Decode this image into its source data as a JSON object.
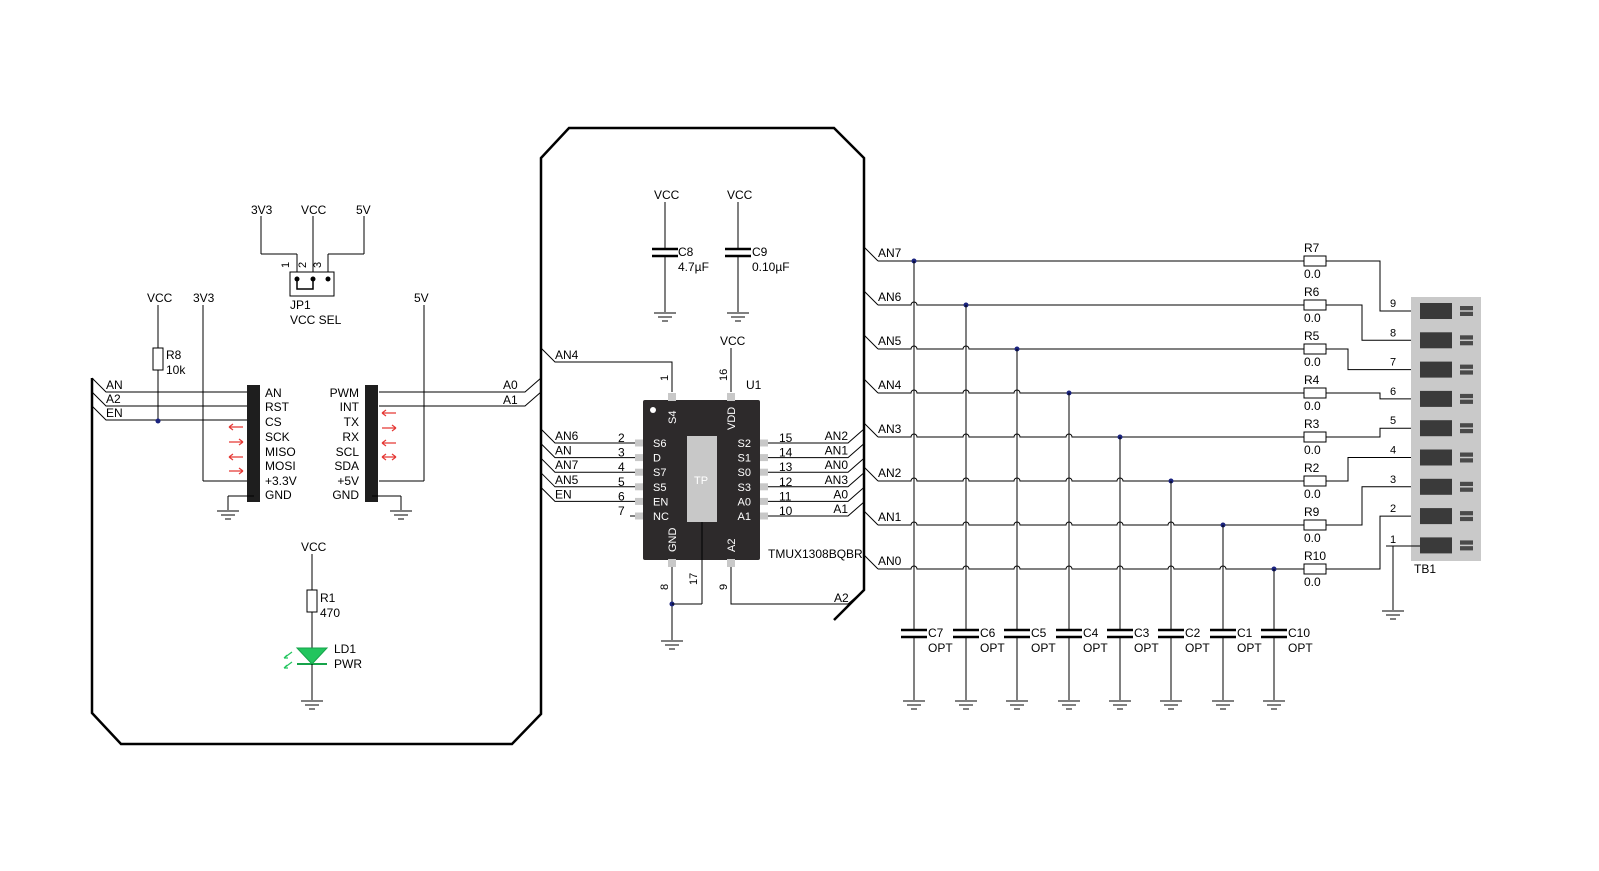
{
  "jumper": {
    "ref": "JP1",
    "name": "VCC SEL",
    "pins": [
      "1",
      "2",
      "3"
    ],
    "nets": [
      "3V3",
      "VCC",
      "5V"
    ]
  },
  "power": {
    "vcc": "VCC",
    "v33": "3V3",
    "v5": "5V"
  },
  "resistor_r8": {
    "ref": "R8",
    "value": "10k"
  },
  "resistor_r1": {
    "ref": "R1",
    "value": "470"
  },
  "led": {
    "ref": "LD1",
    "label": "PWR"
  },
  "left_nets": [
    "AN",
    "A2",
    "EN"
  ],
  "header_left": [
    "AN",
    "RST",
    "CS",
    "SCK",
    "MISO",
    "MOSI",
    "+3.3V",
    "GND"
  ],
  "header_right": [
    "PWM",
    "INT",
    "TX",
    "RX",
    "SCL",
    "SDA",
    "+5V",
    "GND"
  ],
  "right_nets": [
    "A0",
    "A1"
  ],
  "caps_top": [
    {
      "ref": "C8",
      "value": "4.7µF",
      "net": "VCC"
    },
    {
      "ref": "C9",
      "value": "0.10µF",
      "net": "VCC"
    }
  ],
  "chip": {
    "ref": "U1",
    "part": "TMUX1308BQBR",
    "vdd_net": "VCC",
    "tp": "TP",
    "top_pins": [
      {
        "num": "1",
        "name": "S4",
        "net": "AN4"
      },
      {
        "num": "16",
        "name": "VDD",
        "net": "VCC"
      }
    ],
    "left_pins": [
      {
        "num": "2",
        "name": "S6",
        "net": "AN6"
      },
      {
        "num": "3",
        "name": "D",
        "net": "AN"
      },
      {
        "num": "4",
        "name": "S7",
        "net": "AN7"
      },
      {
        "num": "5",
        "name": "S5",
        "net": "AN5"
      },
      {
        "num": "6",
        "name": "EN",
        "net": "EN"
      },
      {
        "num": "7",
        "name": "NC",
        "net": ""
      }
    ],
    "right_pins": [
      {
        "num": "15",
        "name": "S2",
        "net": "AN2"
      },
      {
        "num": "14",
        "name": "S1",
        "net": "AN1"
      },
      {
        "num": "13",
        "name": "S0",
        "net": "AN0"
      },
      {
        "num": "12",
        "name": "S3",
        "net": "AN3"
      },
      {
        "num": "11",
        "name": "A0",
        "net": "A0"
      },
      {
        "num": "10",
        "name": "A1",
        "net": "A1"
      }
    ],
    "bottom_pins": [
      {
        "num": "8",
        "name": "GND"
      },
      {
        "num": "17",
        "name": ""
      },
      {
        "num": "9",
        "name": "A2",
        "net": "A2"
      }
    ]
  },
  "an_nets": [
    "AN7",
    "AN6",
    "AN5",
    "AN4",
    "AN3",
    "AN2",
    "AN1",
    "AN0"
  ],
  "resistors": [
    {
      "ref": "R7",
      "value": "0.0",
      "tb": "9"
    },
    {
      "ref": "R6",
      "value": "0.0",
      "tb": "8"
    },
    {
      "ref": "R5",
      "value": "0.0",
      "tb": "7"
    },
    {
      "ref": "R4",
      "value": "0.0",
      "tb": "6"
    },
    {
      "ref": "R3",
      "value": "0.0",
      "tb": "5"
    },
    {
      "ref": "R2",
      "value": "0.0",
      "tb": "4"
    },
    {
      "ref": "R9",
      "value": "0.0",
      "tb": "3"
    },
    {
      "ref": "R10",
      "value": "0.0",
      "tb": "2"
    }
  ],
  "tb_ground_pin": "1",
  "terminal_block": "TB1",
  "caps_bottom": [
    {
      "ref": "C7",
      "value": "OPT"
    },
    {
      "ref": "C6",
      "value": "OPT"
    },
    {
      "ref": "C5",
      "value": "OPT"
    },
    {
      "ref": "C4",
      "value": "OPT"
    },
    {
      "ref": "C3",
      "value": "OPT"
    },
    {
      "ref": "C2",
      "value": "OPT"
    },
    {
      "ref": "C1",
      "value": "OPT"
    },
    {
      "ref": "C10",
      "value": "OPT"
    }
  ]
}
